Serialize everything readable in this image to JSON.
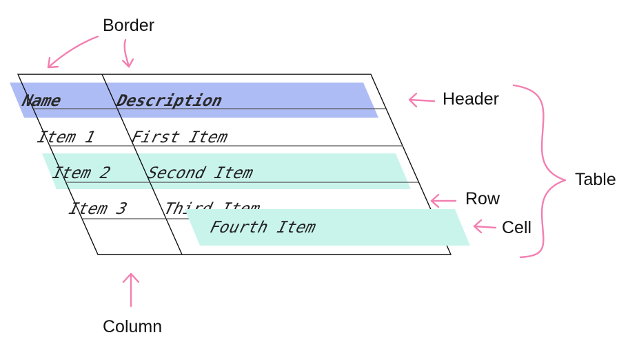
{
  "colors": {
    "header_highlight": "#aebcf6",
    "row_highlight": "#c9f4ec",
    "annotation": "#f37fb1",
    "lines": "#111111"
  },
  "table": {
    "headers": [
      "Name",
      "Description"
    ],
    "rows": [
      [
        "Item 1",
        "First Item"
      ],
      [
        "Item 2",
        "Second Item"
      ],
      [
        "Item 3",
        "Third Item"
      ]
    ],
    "detached_cell": "Fourth Item"
  },
  "labels": {
    "border": "Border",
    "header": "Header",
    "table": "Table",
    "row": "Row",
    "cell": "Cell",
    "column": "Column"
  }
}
